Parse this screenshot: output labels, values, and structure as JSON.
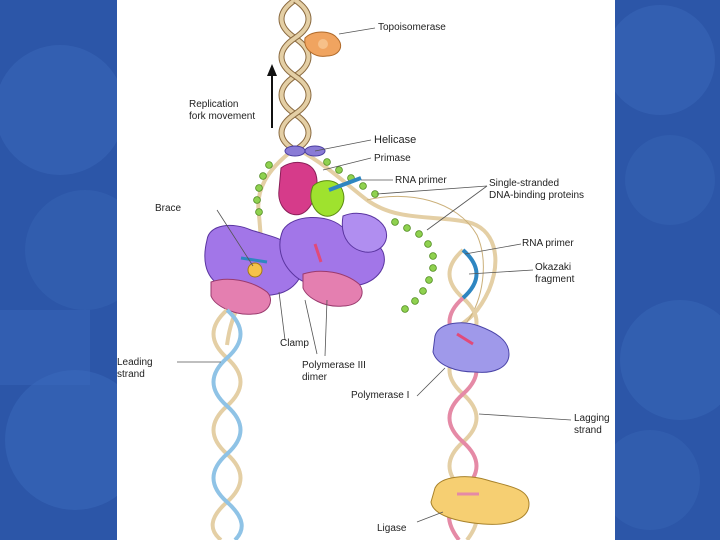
{
  "diagram": {
    "labels": {
      "topoisomerase": "Topoisomerase",
      "replication_fork_movement": "Replication\nfork movement",
      "helicase": "Helicase",
      "primase": "Primase",
      "rna_primer_top": "RNA primer",
      "ssb_proteins": "Single-stranded\nDNA-binding proteins",
      "brace": "Brace",
      "rna_primer_right": "RNA primer",
      "okazaki_fragment": "Okazaki\nfragment",
      "clamp": "Clamp",
      "polymerase_iii_dimer": "Polymerase III\ndimer",
      "leading_strand": "Leading\nstrand",
      "polymerase_i": "Polymerase I",
      "lagging_strand": "Lagging\nstrand",
      "ligase": "Ligase"
    }
  },
  "colors": {
    "background": "#2c56a8",
    "strand_tan": "#e4cfa5",
    "leading_blue": "#8fc3e6",
    "lagging_pink": "#e58aa6",
    "rna_blue": "#2e86c1",
    "polymerase_purple": "#9a6ee0",
    "ssb_green": "#8fd14f",
    "helicase_magenta": "#d63b8a",
    "primase_green": "#9fe22e",
    "topoisomerase_orange": "#f0a460",
    "ligase_yellow": "#f6cf72",
    "polymerase_i_lavender": "#9f99ea"
  }
}
